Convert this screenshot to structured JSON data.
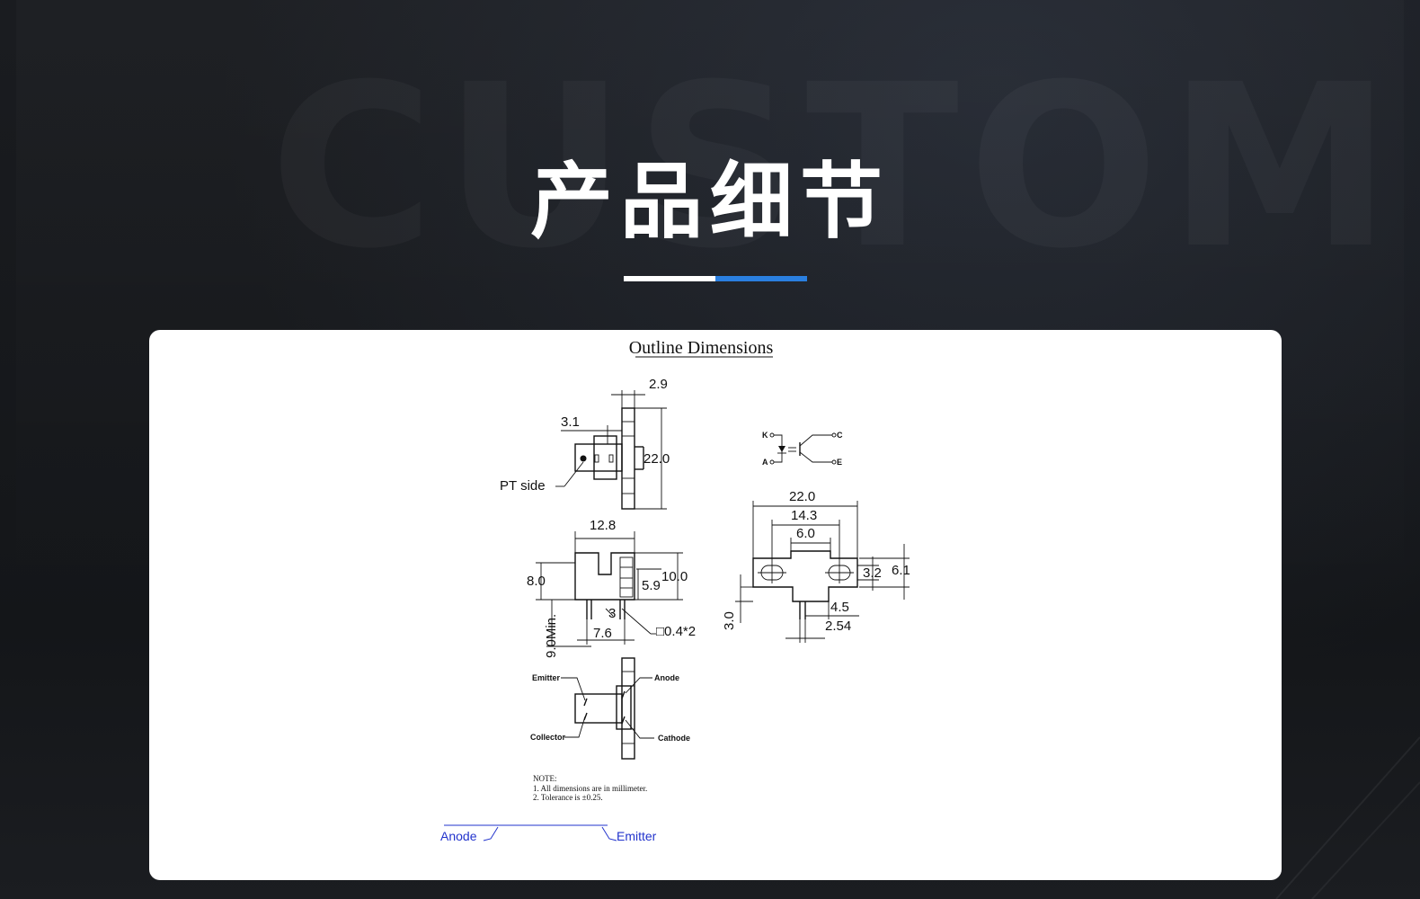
{
  "page": {
    "title": "产品细节",
    "watermark": "CUSTOM",
    "underline_colors": [
      "#ffffff",
      "#2a7fe0"
    ]
  },
  "drawing": {
    "heading": "Outline Dimensions",
    "top_view": {
      "dim_width": "2.9",
      "dim_offset": "3.1",
      "dim_height": "22.0",
      "side_label": "PT  side"
    },
    "front_view": {
      "dim_width": "12.8",
      "dim_body": "8.0",
      "dim_slot_depth": "5.9",
      "dim_total": "10.0",
      "dim_pin_len": "9.0Min.",
      "dim_pin_gap": "3",
      "dim_pitch": "7.6",
      "dim_pin": "□0.4*2"
    },
    "side_view": {
      "dim_total": "22.0",
      "dim_holes": "14.3",
      "dim_center": "6.0",
      "dim_tab": "3.2",
      "dim_height": "6.1",
      "dim_pin_len": "3.0",
      "dim_step": "4.5",
      "dim_pitch": "2.54"
    },
    "schematic": {
      "k": "K",
      "a": "A",
      "c": "C",
      "e": "E"
    },
    "pinout": {
      "emitter": "Emitter",
      "collector": "Collector",
      "anode": "Anode",
      "cathode": "Cathode"
    },
    "notes": {
      "title": "NOTE:",
      "line1": "1. All dimensions are in millimeter.",
      "line2": "2. Tolerance is ±0.25."
    },
    "bottom_labels": {
      "anode": "Anode",
      "emitter": "Emitter"
    }
  }
}
